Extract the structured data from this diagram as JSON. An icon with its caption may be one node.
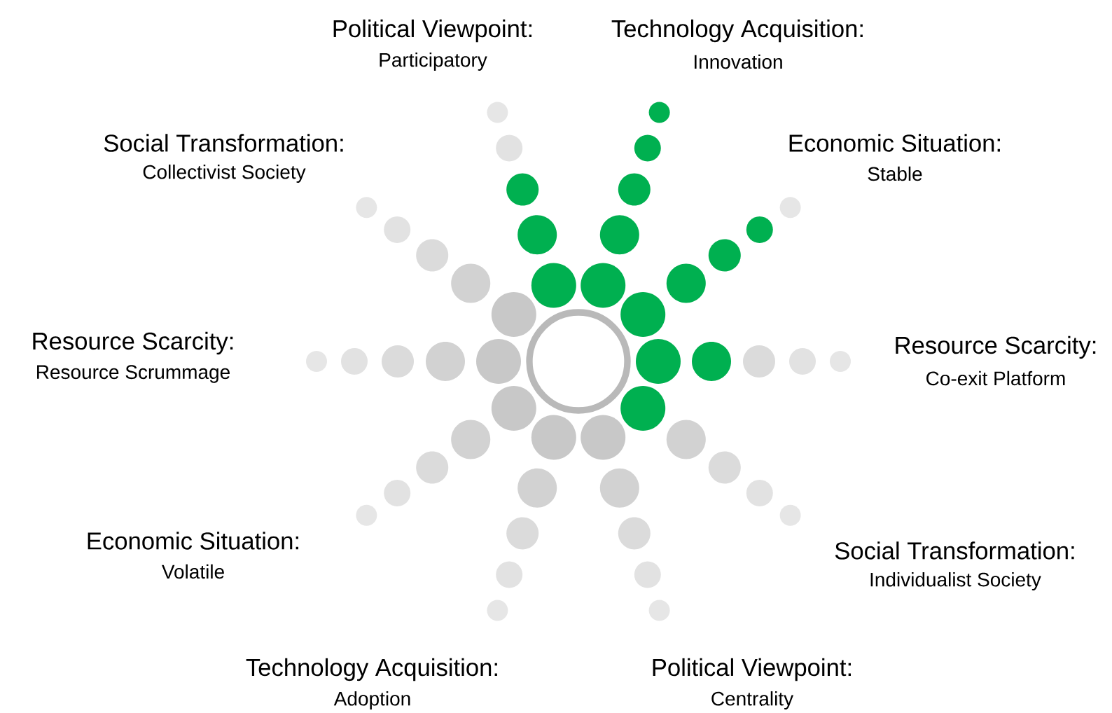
{
  "diagram": {
    "labels": [
      "Political Viewpoint:",
      "Participatory",
      "Technology Acquisition:",
      "Innovation",
      "Social Transformation:",
      "Collectivist Society",
      "Economic Situation:",
      "Stable",
      "Resource Scarcity:",
      "Resource Scrummage",
      "Resource Scarcity:",
      "Co-exit Platform",
      "Economic Situation:",
      "Volatile",
      "Social Transformation:",
      "Individualist Society",
      "Technology Acquisition:",
      "Adoption",
      "Political Viewpoint:",
      "Centrality"
    ]
  }
}
